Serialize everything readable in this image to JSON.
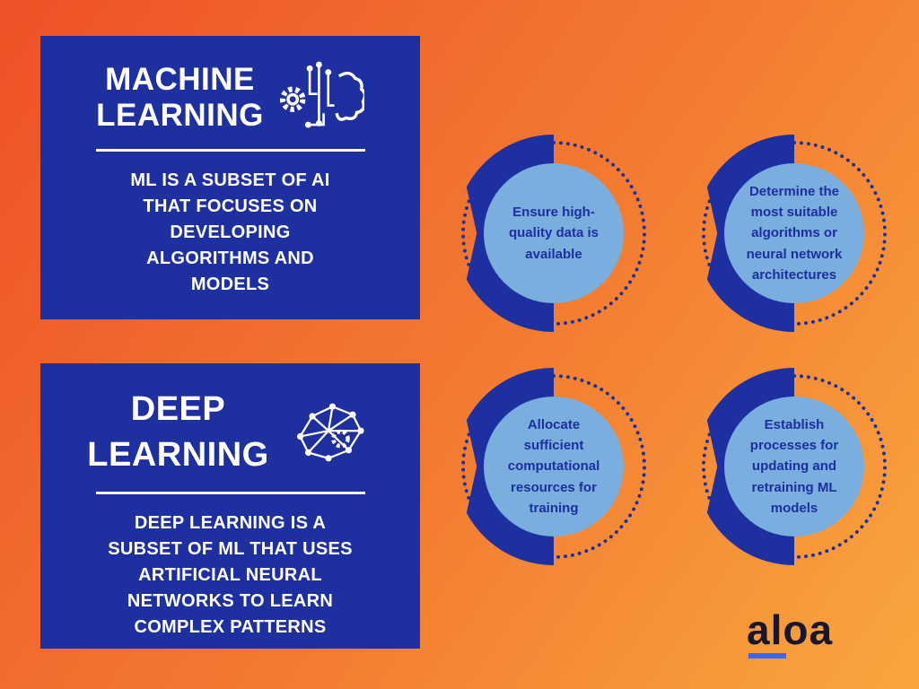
{
  "cards": [
    {
      "title": "MACHINE\nLEARNING",
      "body": "ML IS A SUBSET OF AI\nTHAT FOCUSES ON\nDEVELOPING\nALGORITHMS AND\nMODELS",
      "icon": "circuit-brain-icon"
    },
    {
      "title": "DEEP\nLEARNING",
      "body": "DEEP LEARNING IS A\nSUBSET OF ML THAT USES\nARTIFICIAL NEURAL\nNETWORKS TO LEARN\nCOMPLEX PATTERNS",
      "icon": "network-brain-icon"
    }
  ],
  "badges": [
    {
      "text": "Ensure high-\nquality data is\navailable"
    },
    {
      "text": "Determine the\nmost suitable\nalgorithms or\nneural network\narchitectures"
    },
    {
      "text": "Allocate\nsufficient\ncomputational\nresources for\ntraining"
    },
    {
      "text": "Establish\nprocesses for\nupdating and\nretraining ML\nmodels"
    }
  ],
  "logo": {
    "text": "aloa"
  },
  "colors": {
    "background_start": "#ee5128",
    "background_end": "#f9a63f",
    "card_blue": "#1e2f9f",
    "circle_light_blue": "#79aede",
    "navy_text": "#1d2f9e",
    "text_white": "#ffffff",
    "logo_text": "#17172e",
    "logo_underline": "#2f6cf5"
  }
}
